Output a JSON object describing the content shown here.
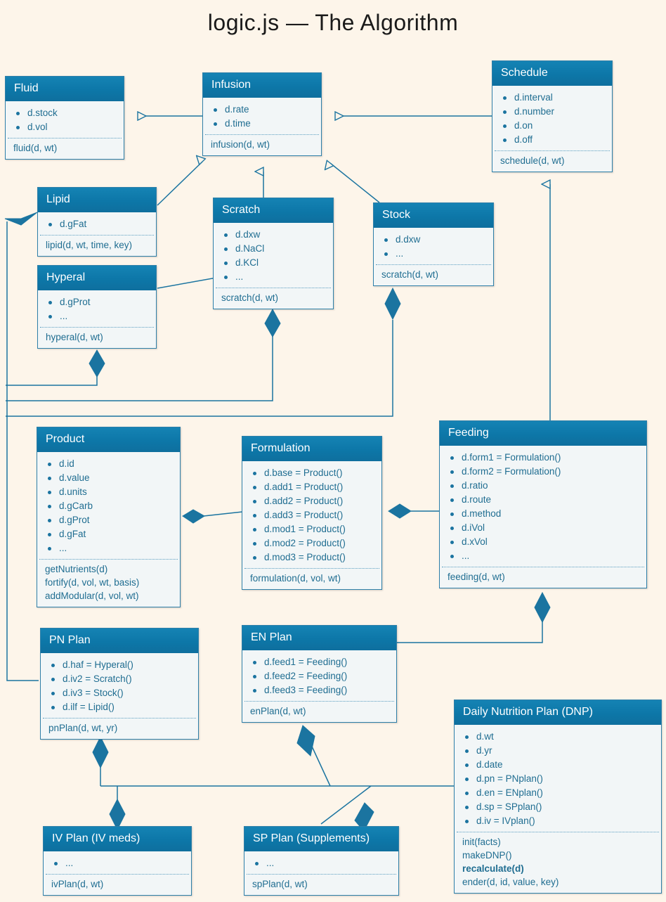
{
  "title": "logic.js  —  The Algorithm",
  "colors": {
    "background": "#fdf5ea",
    "header_blue": "#0d77a8",
    "body_fill": "#f2f6f7",
    "text_blue": "#1f6d91",
    "line_blue": "#1b74a0",
    "title_text": "#1a1a1a"
  },
  "classes": [
    {
      "id": "fluid",
      "name": "Fluid",
      "attributes": [
        "d.stock",
        "d.vol"
      ],
      "operations": [
        "fluid(d, wt)"
      ]
    },
    {
      "id": "infusion",
      "name": "Infusion",
      "attributes": [
        "d.rate",
        "d.time"
      ],
      "operations": [
        "infusion(d, wt)"
      ]
    },
    {
      "id": "schedule",
      "name": "Schedule",
      "attributes": [
        "d.interval",
        "d.number",
        "d.on",
        "d.off"
      ],
      "operations": [
        "schedule(d, wt)"
      ]
    },
    {
      "id": "lipid",
      "name": "Lipid",
      "attributes": [
        "d.gFat"
      ],
      "operations": [
        "lipid(d, wt, time, key)"
      ]
    },
    {
      "id": "scratch",
      "name": "Scratch",
      "attributes": [
        "d.dxw",
        "d.NaCl",
        "d.KCl",
        "..."
      ],
      "operations": [
        "scratch(d, wt)"
      ]
    },
    {
      "id": "stock",
      "name": "Stock",
      "attributes": [
        "d.dxw",
        "..."
      ],
      "operations": [
        "scratch(d, wt)"
      ]
    },
    {
      "id": "hyperal",
      "name": "Hyperal",
      "attributes": [
        "d.gProt",
        "..."
      ],
      "operations": [
        "hyperal(d, wt)"
      ]
    },
    {
      "id": "product",
      "name": "Product",
      "attributes": [
        "d.id",
        "d.value",
        "d.units",
        "d.gCarb",
        "d.gProt",
        "d.gFat",
        "..."
      ],
      "operations": [
        "getNutrients(d)",
        "fortify(d, vol, wt, basis)",
        "addModular(d, vol, wt)"
      ]
    },
    {
      "id": "formulation",
      "name": "Formulation",
      "attributes": [
        "d.base = Product()",
        "d.add1 = Product()",
        "d.add2 = Product()",
        "d.add3 = Product()",
        "d.mod1 = Product()",
        "d.mod2 = Product()",
        "d.mod3 = Product()"
      ],
      "operations": [
        "formulation(d, vol, wt)"
      ]
    },
    {
      "id": "feeding",
      "name": "Feeding",
      "attributes": [
        "d.form1 = Formulation()",
        "d.form2 = Formulation()",
        "d.ratio",
        "d.route",
        "d.method",
        "d.iVol",
        "d.xVol",
        "..."
      ],
      "operations": [
        "feeding(d, wt)"
      ]
    },
    {
      "id": "pnplan",
      "name": "PN Plan",
      "attributes": [
        "d.haf = Hyperal()",
        "d.iv2 = Scratch()",
        "d.iv3 = Stock()",
        "d.ilf = Lipid()"
      ],
      "operations": [
        "pnPlan(d, wt, yr)"
      ]
    },
    {
      "id": "enplan",
      "name": "EN Plan",
      "attributes": [
        "d.feed1  = Feeding()",
        "d.feed2  = Feeding()",
        "d.feed3  = Feeding()"
      ],
      "operations": [
        "enPlan(d, wt)"
      ]
    },
    {
      "id": "dnp",
      "name": "Daily Nutrition Plan (DNP)",
      "attributes": [
        "d.wt",
        "d.yr",
        "d.date",
        "d.pn = PNplan()",
        "d.en = ENplan()",
        "d.sp = SPplan()",
        "d.iv = IVplan()"
      ],
      "operations": [
        {
          "text": "init(facts)",
          "bold": false
        },
        {
          "text": "makeDNP()",
          "bold": false
        },
        {
          "text": "recalculate(d)",
          "bold": true
        },
        {
          "text": "ender(d, id, value, key)",
          "bold": false
        }
      ]
    },
    {
      "id": "ivplan",
      "name": "IV Plan (IV meds)",
      "attributes": [
        "..."
      ],
      "operations": [
        "ivPlan(d, wt)"
      ]
    },
    {
      "id": "spplan",
      "name": "SP Plan (Supplements)",
      "attributes": [
        "..."
      ],
      "operations": [
        "spPlan(d, wt)"
      ]
    }
  ],
  "relationships": [
    {
      "from": "infusion",
      "to": "fluid",
      "type": "generalization"
    },
    {
      "from": "schedule",
      "to": "infusion",
      "type": "generalization"
    },
    {
      "from": "lipid",
      "to": "infusion",
      "type": "generalization"
    },
    {
      "from": "scratch",
      "to": "infusion",
      "type": "generalization"
    },
    {
      "from": "stock",
      "to": "infusion",
      "type": "generalization"
    },
    {
      "from": "hyperal",
      "to": "scratch",
      "type": "generalization"
    },
    {
      "from": "feeding",
      "to": "schedule",
      "type": "generalization"
    },
    {
      "from": "product",
      "to": "formulation",
      "type": "aggregation"
    },
    {
      "from": "formulation",
      "to": "feeding",
      "type": "aggregation"
    },
    {
      "from": "lipid",
      "to": "pnplan",
      "type": "aggregation"
    },
    {
      "from": "hyperal",
      "to": "pnplan",
      "type": "aggregation"
    },
    {
      "from": "scratch",
      "to": "pnplan",
      "type": "aggregation"
    },
    {
      "from": "stock",
      "to": "pnplan",
      "type": "aggregation"
    },
    {
      "from": "feeding",
      "to": "enplan",
      "type": "aggregation"
    },
    {
      "from": "pnplan",
      "to": "dnp",
      "type": "aggregation"
    },
    {
      "from": "enplan",
      "to": "dnp",
      "type": "aggregation"
    },
    {
      "from": "ivplan",
      "to": "dnp",
      "type": "aggregation"
    },
    {
      "from": "spplan",
      "to": "dnp",
      "type": "aggregation"
    }
  ]
}
